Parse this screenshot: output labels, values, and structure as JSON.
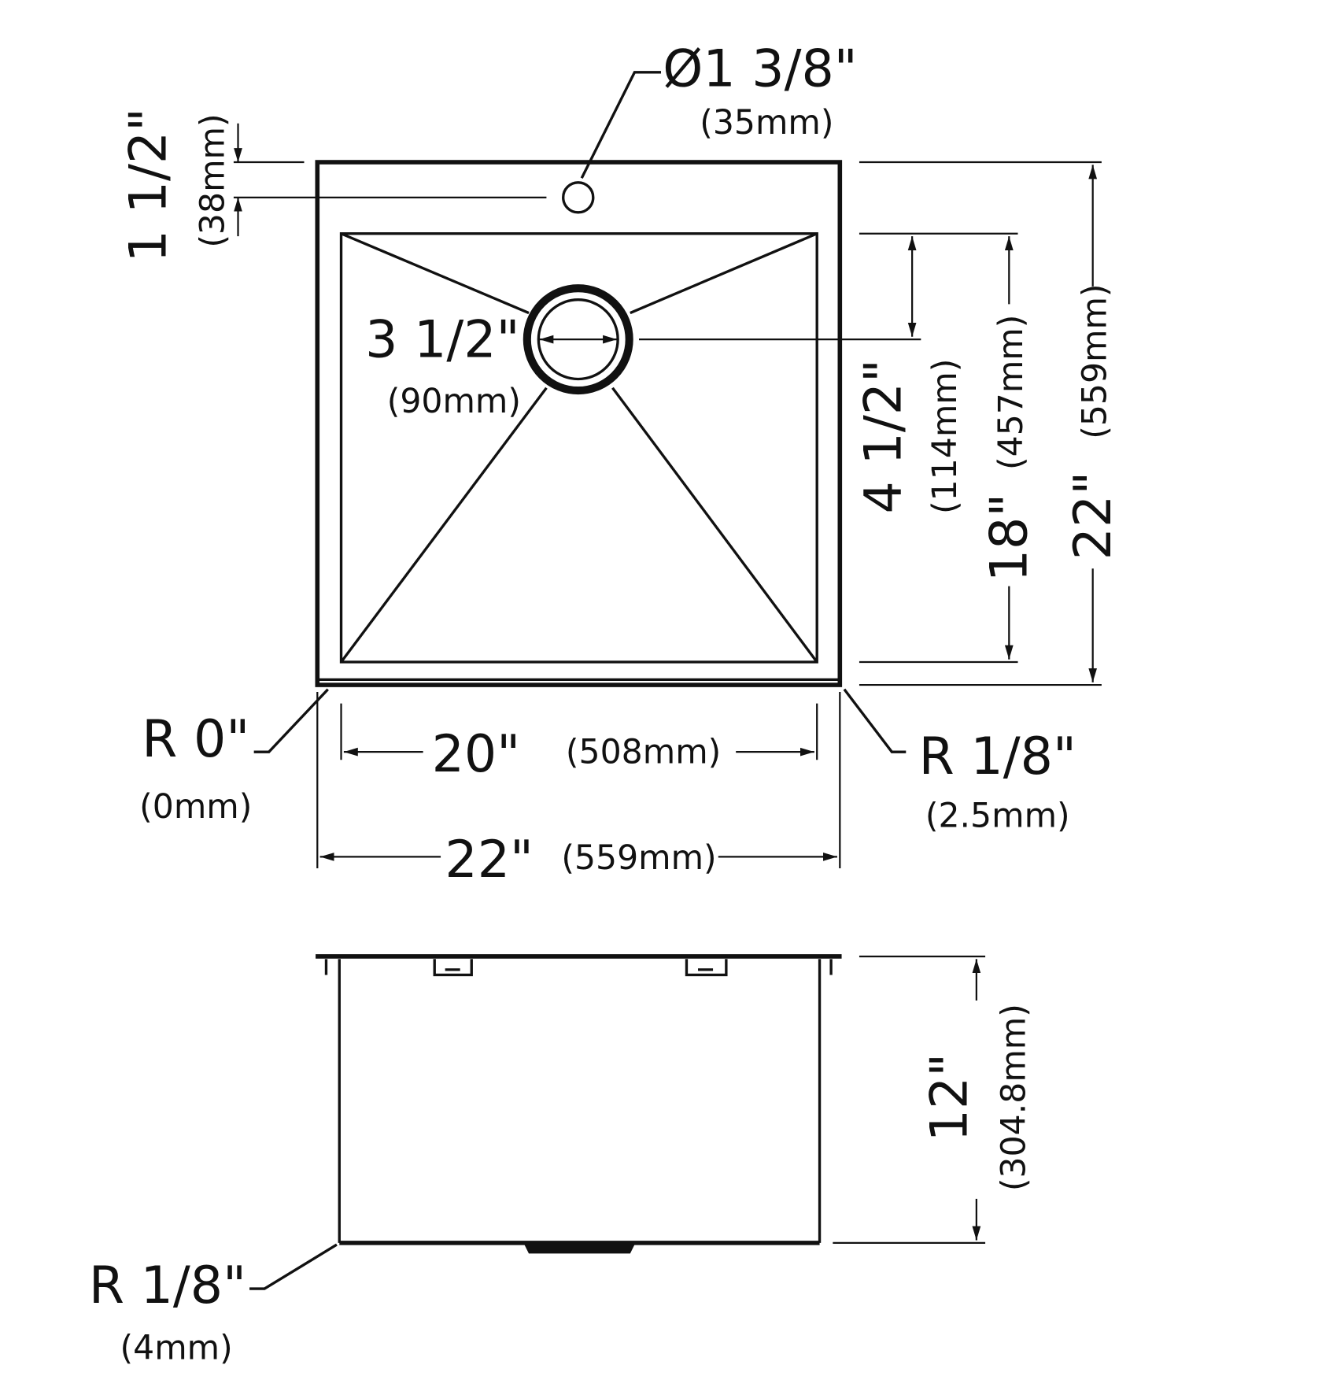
{
  "top_view": {
    "faucet_hole": {
      "size": "Ø1 3/8\"",
      "metric": "(35mm)"
    },
    "faucet_offset": {
      "size": "1 1/2\"",
      "metric": "(38mm)"
    },
    "drain": {
      "size": "3 1/2\"",
      "metric": "(90mm)"
    },
    "drain_offset": {
      "size": "4 1/2\"",
      "metric": "(114mm)"
    },
    "bowl_depth": {
      "size": "18\"",
      "metric": "(457mm)"
    },
    "overall_depth": {
      "size": "22\"",
      "metric": "(559mm)"
    },
    "bowl_width": {
      "size": "20\"",
      "metric": "(508mm)"
    },
    "overall_width": {
      "size": "22\"",
      "metric": "(559mm)"
    },
    "corner_left": {
      "size": "R 0\"",
      "metric": "(0mm)"
    },
    "corner_right": {
      "size": "R 1/8\"",
      "metric": "(2.5mm)"
    }
  },
  "side_view": {
    "height": {
      "size": "12\"",
      "metric": "(304.8mm)"
    },
    "bottom_radius": {
      "size": "R 1/8\"",
      "metric": "(4mm)"
    }
  }
}
